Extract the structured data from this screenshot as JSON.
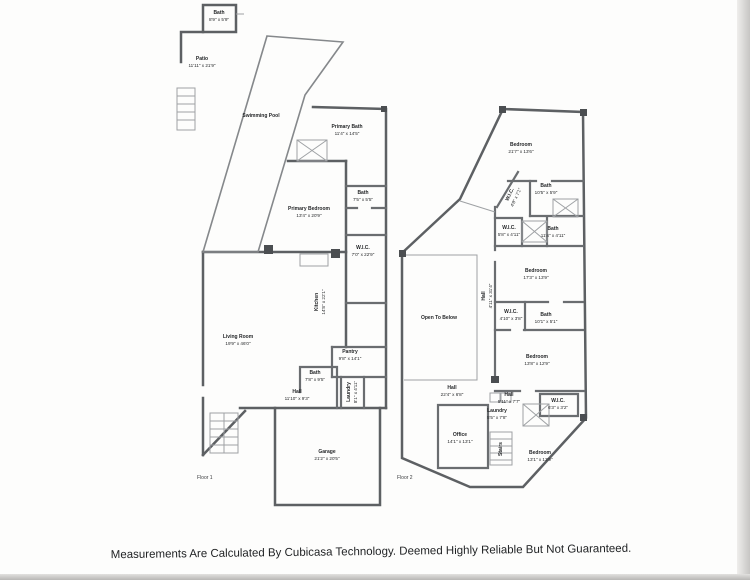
{
  "document": {
    "footer": "Measurements Are Calculated By Cubicasa Technology. Deemed Highly Reliable But Not Guaranteed."
  },
  "floor1": {
    "label": "Floor 1",
    "rooms": {
      "bath_patio": {
        "name": "Bath",
        "dims": "8'9\" x 5'9\""
      },
      "patio": {
        "name": "Patio",
        "dims": "11'11\" x 21'9\""
      },
      "swimming_pool": {
        "name": "Swimming Pool"
      },
      "primary_bath": {
        "name": "Primary Bath",
        "dims": "11'4\" x 14'5\""
      },
      "bath_upper": {
        "name": "Bath",
        "dims": "7'5\" x 5'5\""
      },
      "primary_bedroom": {
        "name": "Primary Bedroom",
        "dims": "13'4\" x 20'9\""
      },
      "wic": {
        "name": "W.I.C.",
        "dims": "7'0\" x 22'9\""
      },
      "kitchen": {
        "name": "Kitchen",
        "dims": "14'8\" x 22'1\""
      },
      "living_room": {
        "name": "Living Room",
        "dims": "19'9\" x 46'0\""
      },
      "pantry": {
        "name": "Pantry",
        "dims": "9'8\" x 14'1\""
      },
      "bath_lower": {
        "name": "Bath",
        "dims": "7'8\" x 9'5\""
      },
      "laundry": {
        "name": "Laundry",
        "dims": "8'1\" x 4'11\""
      },
      "hall": {
        "name": "Hall",
        "dims": "11'10\" x 9'3\""
      },
      "garage": {
        "name": "Garage",
        "dims": "21'2\" x 20'5\""
      }
    }
  },
  "floor2": {
    "label": "Floor 2",
    "rooms": {
      "bedroom_top": {
        "name": "Bedroom",
        "dims": "21'7\" x 13'6\""
      },
      "bath_top": {
        "name": "Bath",
        "dims": "10'5\" x 5'9\""
      },
      "wic_wedge": {
        "name": "W.I.C.",
        "dims": "4'8\" x 7'1\""
      },
      "wic_upper": {
        "name": "W.I.C.",
        "dims": "5'8\" x 4'11\""
      },
      "bath_upper": {
        "name": "Bath",
        "dims": "11'4\" x 4'11\""
      },
      "bedroom_mid": {
        "name": "Bedroom",
        "dims": "17'3\" x 13'9\""
      },
      "hall_vertical": {
        "name": "Hall",
        "dims": "4'11\" x 31'4\""
      },
      "open_to_below": {
        "name": "Open To Below"
      },
      "wic_mid": {
        "name": "W.I.C.",
        "dims": "4'10\" x 3'8\""
      },
      "bath_mid": {
        "name": "Bath",
        "dims": "10'1\" x 5'1\""
      },
      "bedroom_lower": {
        "name": "Bedroom",
        "dims": "13'8\" x 12'9\""
      },
      "hall_long": {
        "name": "Hall",
        "dims": "22'4\" x 6'8\""
      },
      "hall_small": {
        "name": "Hall",
        "dims": "5'11\" x 7'7\""
      },
      "wic_lower": {
        "name": "W.I.C.",
        "dims": "6'3\" x 3'2\""
      },
      "laundry": {
        "name": "Laundry",
        "dims": "5'5\" x 7'8\""
      },
      "office": {
        "name": "Office",
        "dims": "14'1\" x 13'1\""
      },
      "stairs": {
        "name": "Stairs"
      },
      "bedroom_bottom": {
        "name": "Bedroom",
        "dims": "13'1\" x 13'9\""
      }
    }
  }
}
